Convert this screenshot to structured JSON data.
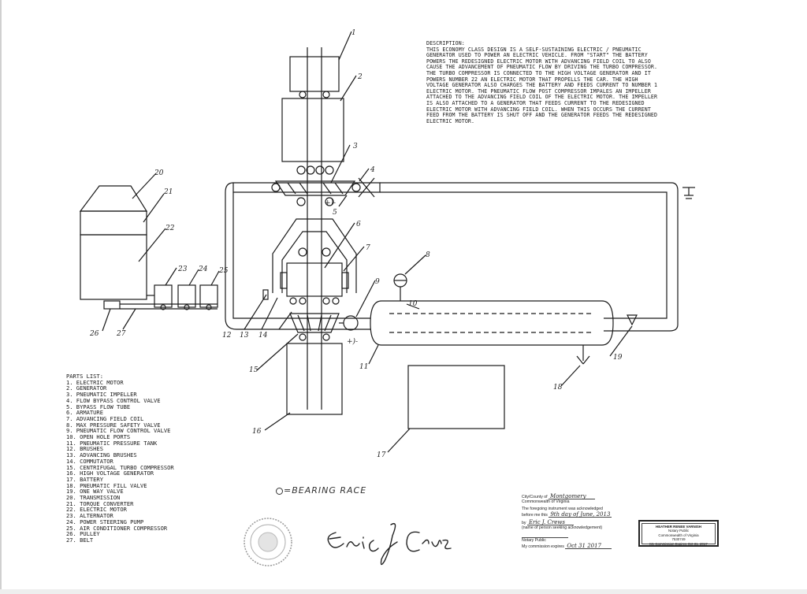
{
  "description": {
    "heading": "DESCRIPTION:",
    "text": "THIS ECONOMY CLASS DESIGN IS A SELF-SUSTAINING ELECTRIC / PNEUMATIC GENERATOR USED TO POWER AN ELECTRIC VEHICLE. FROM \"START\" THE BATTERY POWERS THE REDESIGNED ELECTRIC MOTOR WITH ADVANCING FIELD COIL TO ALSO CAUSE THE ADVANCEMENT OF PNEUMATIC FLOW BY DRIVING THE TURBO COMPRESSOR. THE TURBO COMPRESSOR IS CONNECTED TO THE HIGH VOLTAGE GENERATOR AND IT POWERS NUMBER 22 AN ELECTRIC MOTOR THAT PROPELLS THE CAR. THE HIGH VOLTAGE GENERATOR ALSO CHARGES THE BATTERY AND FEEDS CURRENT TO NUMBER 1 ELECTRIC MOTOR. THE PNEUMATIC FLOW POST COMPRESSOR IMPALES AN IMPELLER ATTACHED TO THE ADVANCING FIELD COIL OF THE ELECTRIC MOTOR. THE IMPELLER IS ALSO ATTACHED TO A GENERATOR THAT FEEDS CURRENT TO THE REDESIGNED ELECTRIC MOTOR WITH ADVANCING FIELD COIL. WHEN THIS OCCURS THE CURRENT FEED FROM THE BATTERY IS SHUT OFF AND THE GENERATOR FEEDS THE REDESIGNED ELECTRIC MOTOR."
  },
  "parts_list": {
    "heading": "PARTS LIST:",
    "items": [
      "1. ELECTRIC MOTOR",
      "2. GENERATOR",
      "3. PNEUMATIC IMPELLER",
      "4. FLOW BYPASS CONTROL VALVE",
      "5. BYPASS FLOW TUBE",
      "6. ARMATURE",
      "7. ADVANCING FIELD COIL",
      "8. MAX PRESSURE SAFETY VALVE",
      "9. PNEUMATIC FLOW CONTROL VALVE",
      "10. OPEN HOLE PORTS",
      "11. PNEUMATIC PRESSURE TANK",
      "12. BRUSHES",
      "13. ADVANCING BRUSHES",
      "14. COMMUTATOR",
      "15. CENTRIFUGAL TURBO COMPRESSOR",
      "16. HIGH VOLTAGE GENERATOR",
      "17. BATTERY",
      "18. PNEUMATIC FILL VALVE",
      "19. ONE WAY VALVE",
      "20. TRANSMISSION",
      "21. TORQUE CONVERTER",
      "22. ELECTRIC MOTOR",
      "23. ALTERNATOR",
      "24. POWER STEERING PUMP",
      "25. AIR CONDITIONER COMPRESSOR",
      "26. PULLEY",
      "27. BELT"
    ]
  },
  "diagram": {
    "callouts": [
      "1",
      "2",
      "3",
      "4",
      "5",
      "6",
      "7",
      "8",
      "9",
      "10",
      "11",
      "12",
      "13",
      "14",
      "15",
      "16",
      "17",
      "18",
      "19",
      "20",
      "21",
      "22",
      "23",
      "24",
      "25",
      "26",
      "27"
    ],
    "polarity": "+)-",
    "bearing_legend": "=BEARING RACE"
  },
  "notary": {
    "county_label": "City/County of",
    "county_value": "Montgomery",
    "commonwealth": "Commonwealth of Virginia",
    "ack_line1": "The foregoing instrument was acknowledged",
    "ack_line2": "before me this",
    "ack_date": "9th day of June, 2013",
    "by_label": "by",
    "by_value": "Eric J. Crews",
    "name_note": "(name of person seeking acknowledgement)",
    "notary_label": "Notary Public",
    "expires_label": "My commission expires",
    "expires_value": "Oct 31 2017"
  },
  "stamp": {
    "name": "HEATHER RENEE VARNISH",
    "line2": "Notary Public",
    "line3": "Commonwealth of Virginia",
    "reg": "7530749",
    "expires": "My Commission Expires Oct 31, 2017"
  },
  "signature": "Eric J Crews",
  "colors": {
    "ink": "#1a1a1a",
    "paper": "#ffffff",
    "seal": "#9a9a9a"
  }
}
